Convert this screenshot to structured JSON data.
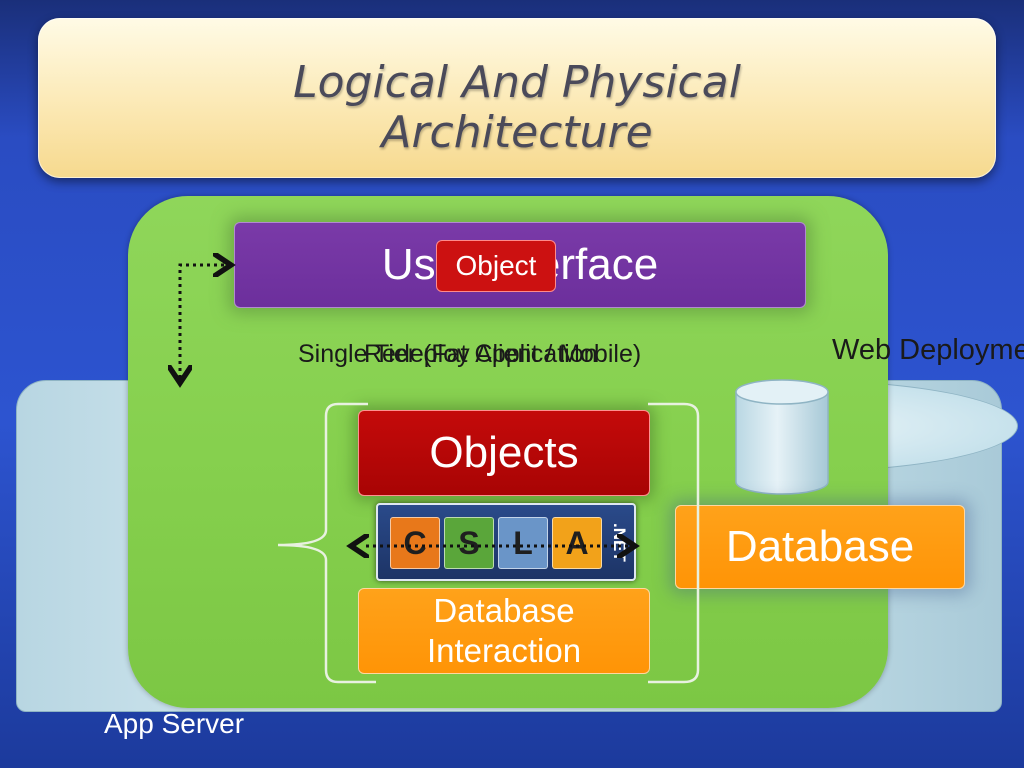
{
  "title": {
    "line1": "Logical And Physical",
    "line2": "Architecture"
  },
  "diagram": {
    "user_interface_label": "User Interface",
    "object_label": "Object",
    "single_tier_label": "Single Tier (Fat Client / Mobile)",
    "redeploy_label": "Redeploy Application",
    "web_deployment_label": "Web Deployment",
    "objects_label": "Objects",
    "csla": {
      "letters": [
        "C",
        "S",
        "L",
        "A"
      ],
      "colors": [
        "#e8781a",
        "#5aa63a",
        "#6a95c8",
        "#f2a21a"
      ],
      "net_label": ".NET"
    },
    "database_interaction": {
      "line1": "Database",
      "line2": "Interaction"
    },
    "database_label": "Database",
    "app_server_label": "App Server"
  },
  "colors": {
    "background": "#2d54d0",
    "app_server": "#86d04e",
    "user_interface": "#6c2f9c",
    "objects": "#b80606",
    "database": "#ff9a10",
    "title_banner": "#fbe7b0"
  }
}
